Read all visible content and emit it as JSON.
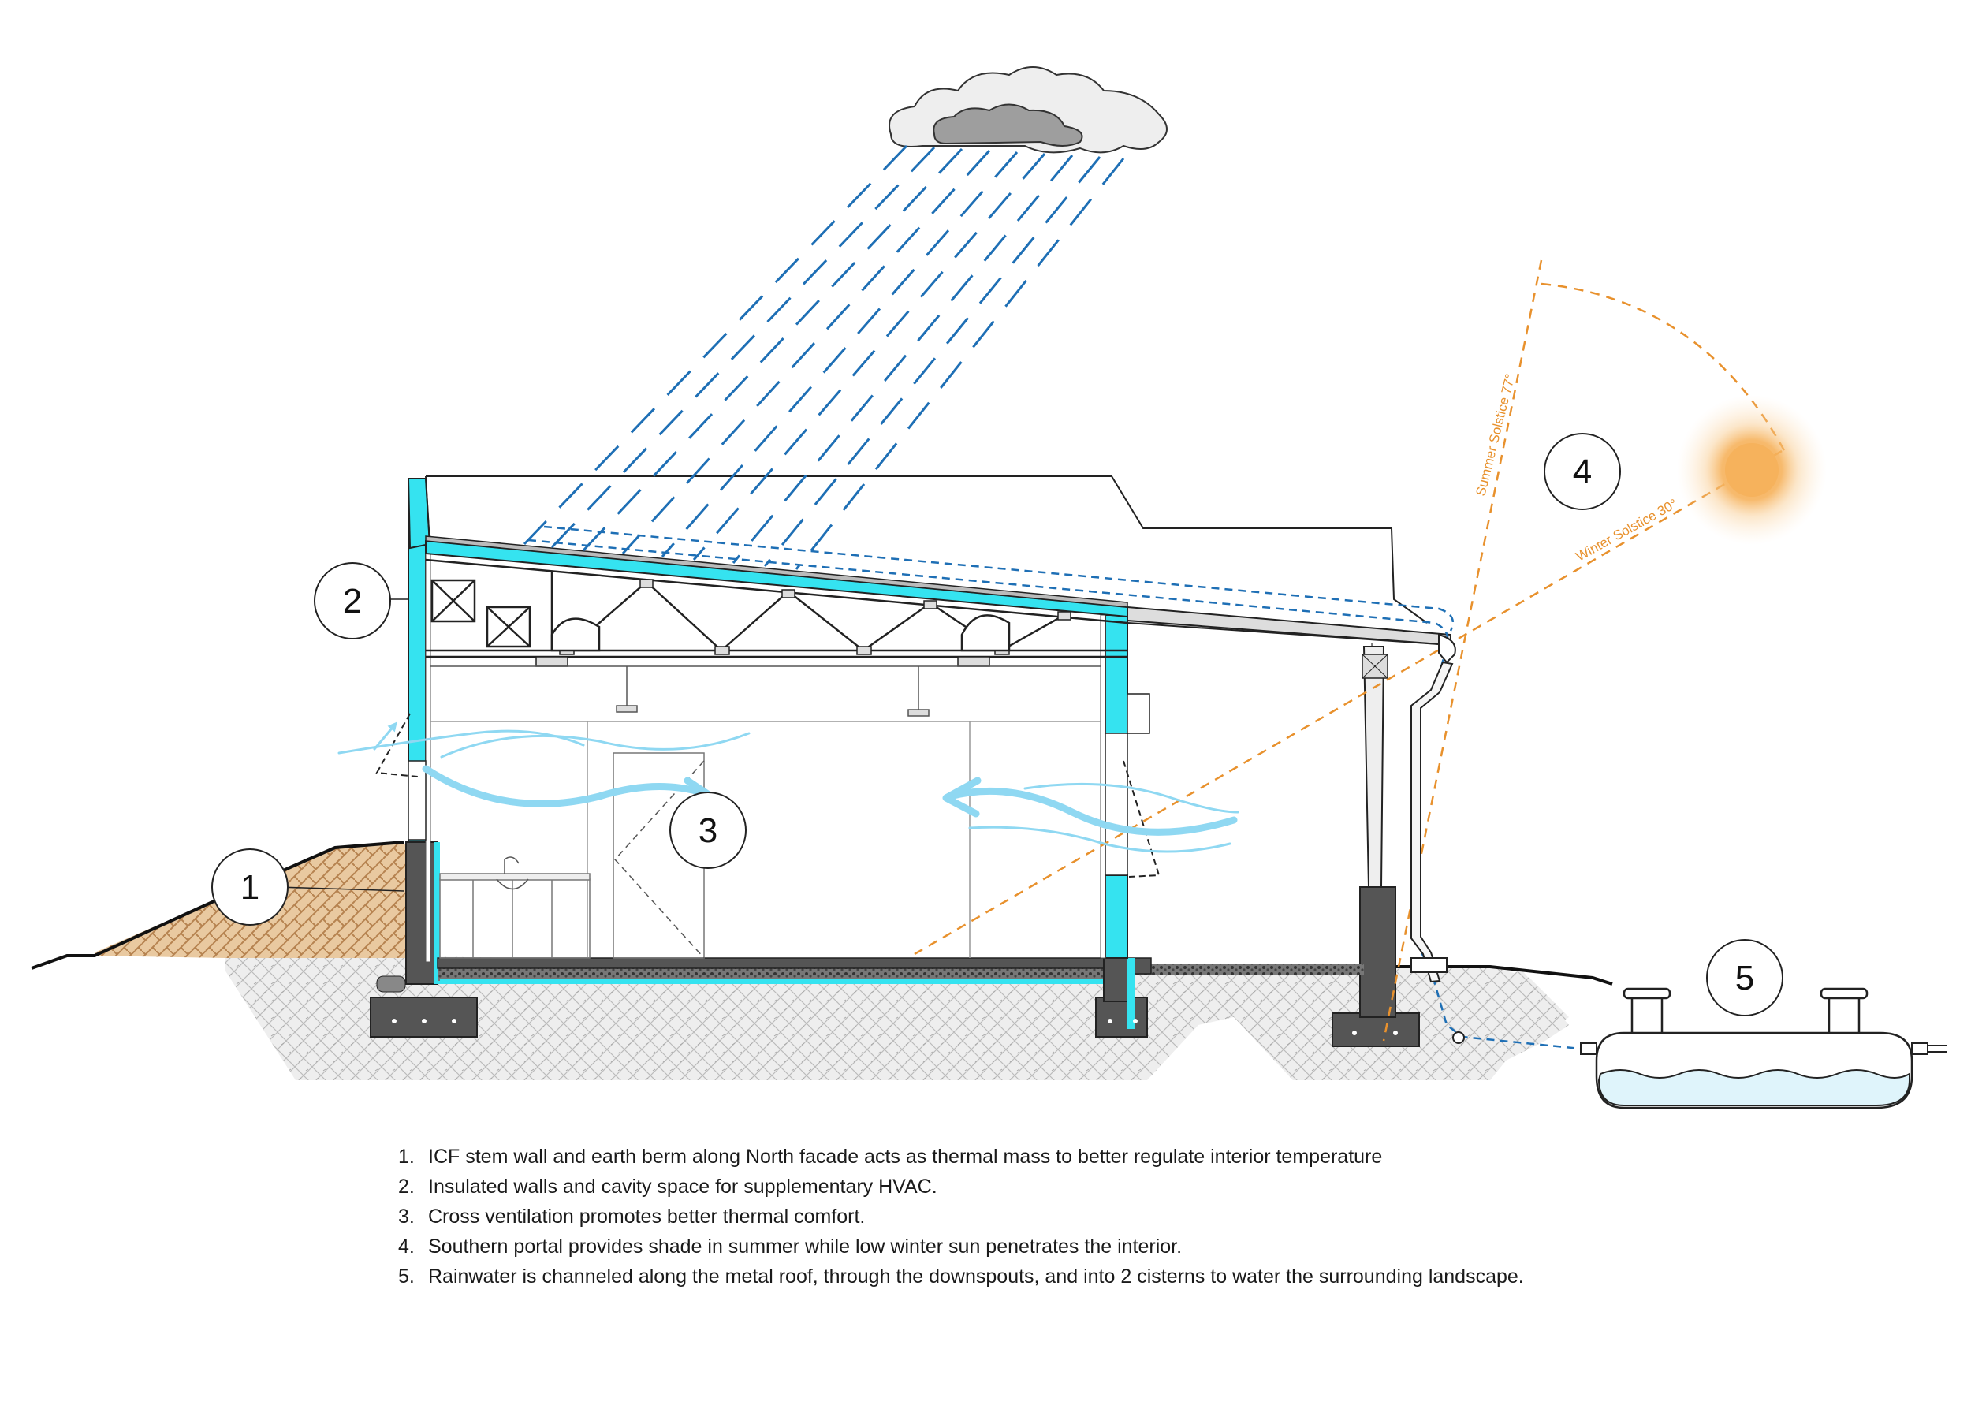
{
  "callouts": [
    {
      "id": "1",
      "label": "1"
    },
    {
      "id": "2",
      "label": "2"
    },
    {
      "id": "3",
      "label": "3"
    },
    {
      "id": "4",
      "label": "4"
    },
    {
      "id": "5",
      "label": "5"
    }
  ],
  "sun_angles": {
    "summer": "Summer Solstice 77°",
    "winter": "Winter Solstice 30°"
  },
  "notes": [
    {
      "num": "1.",
      "text": "ICF stem wall and earth berm along North facade acts as thermal mass to better regulate interior temperature"
    },
    {
      "num": "2.",
      "text": "Insulated walls and cavity space for supplementary HVAC."
    },
    {
      "num": "3.",
      "text": "Cross ventilation promotes better thermal comfort."
    },
    {
      "num": "4.",
      "text": "Southern portal provides shade in summer while low winter sun penetrates the interior."
    },
    {
      "num": "5.",
      "text": "Rainwater is channeled along the metal roof, through the downspouts, and into 2 cisterns to water the surrounding landscape."
    }
  ],
  "colors": {
    "insulation": "#35e3f0",
    "rain": "#1e6fb5",
    "airflow": "#8fd8f2",
    "sun": "#f6b25c",
    "sun_lines": "#e8912d",
    "concrete": "#555555",
    "earth": "#c89a62"
  }
}
